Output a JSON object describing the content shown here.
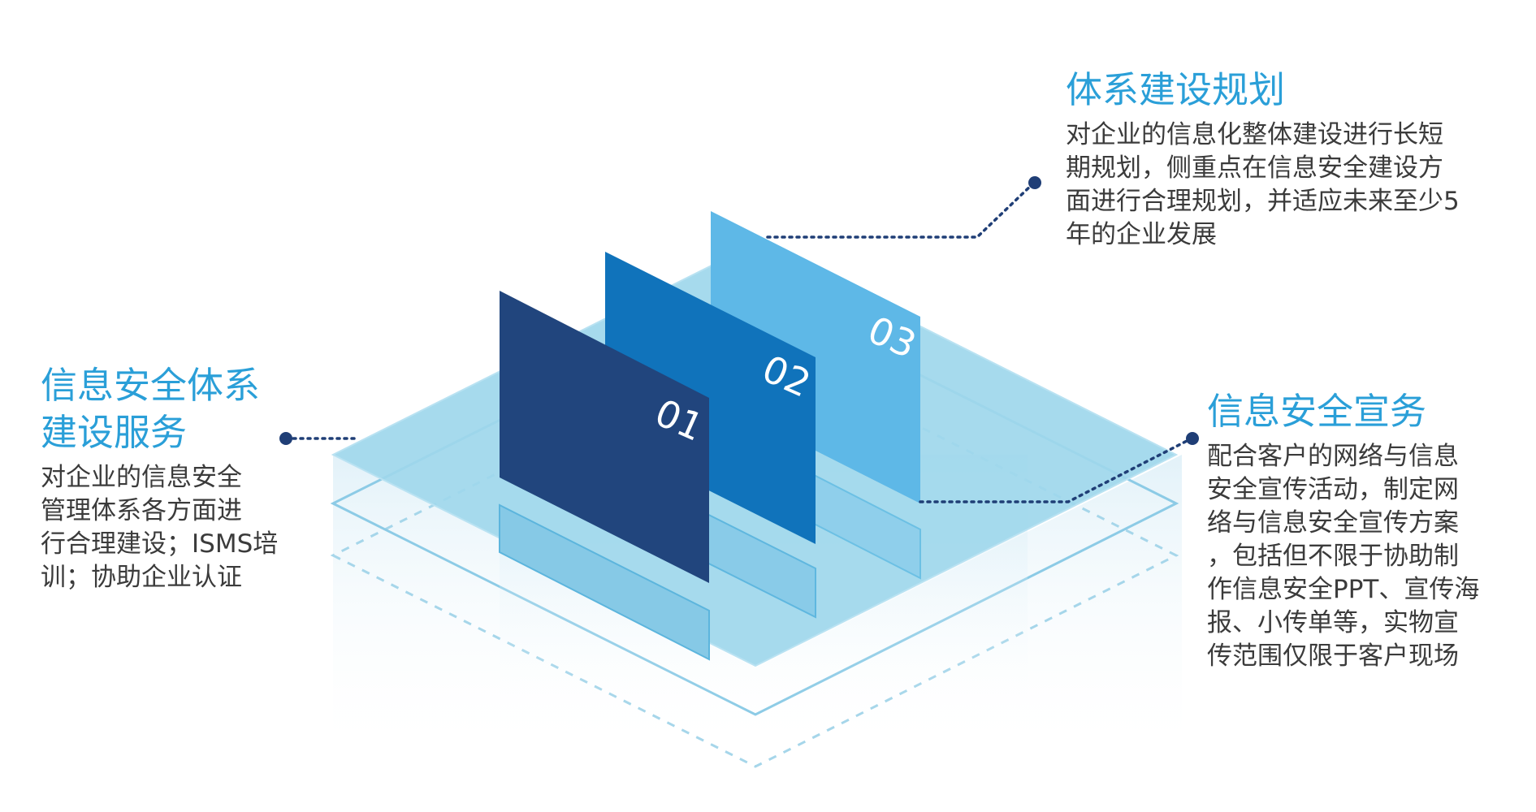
{
  "panels": [
    {
      "number": "01",
      "color": "#21457d"
    },
    {
      "number": "02",
      "color": "#1073bb"
    },
    {
      "number": "03",
      "color": "#5eb8e7"
    }
  ],
  "blocks": {
    "planning": {
      "title_lines": [
        "体系建设规划"
      ],
      "desc_lines": [
        "对企业的信息化整体建设进行长短",
        "期规划，侧重点在信息安全建设方",
        "面进行合理规划，并适应未来至少5",
        "年的企业发展"
      ]
    },
    "service": {
      "title_lines": [
        "信息安全体系",
        "建设服务"
      ],
      "desc_lines": [
        "对企业的信息安全",
        "管理体系各方面进",
        "行合理建设；ISMS培",
        "训；协助企业认证"
      ]
    },
    "awareness": {
      "title_lines": [
        "信息安全宣务"
      ],
      "desc_lines": [
        "配合客户的网络与信息",
        "安全宣传活动，制定网",
        "络与信息安全宣传方案",
        "，包括但不限于协助制",
        "作信息安全PPT、宣传海",
        "报、小传单等，实物宣",
        "传范围仅限于客户现场"
      ]
    }
  },
  "colors": {
    "title": "#2a9fd8",
    "text": "#3b3b3b",
    "connector": "#1f3e76",
    "platform": "#9ed7ec",
    "platform_outline": "#8ccbe6"
  }
}
